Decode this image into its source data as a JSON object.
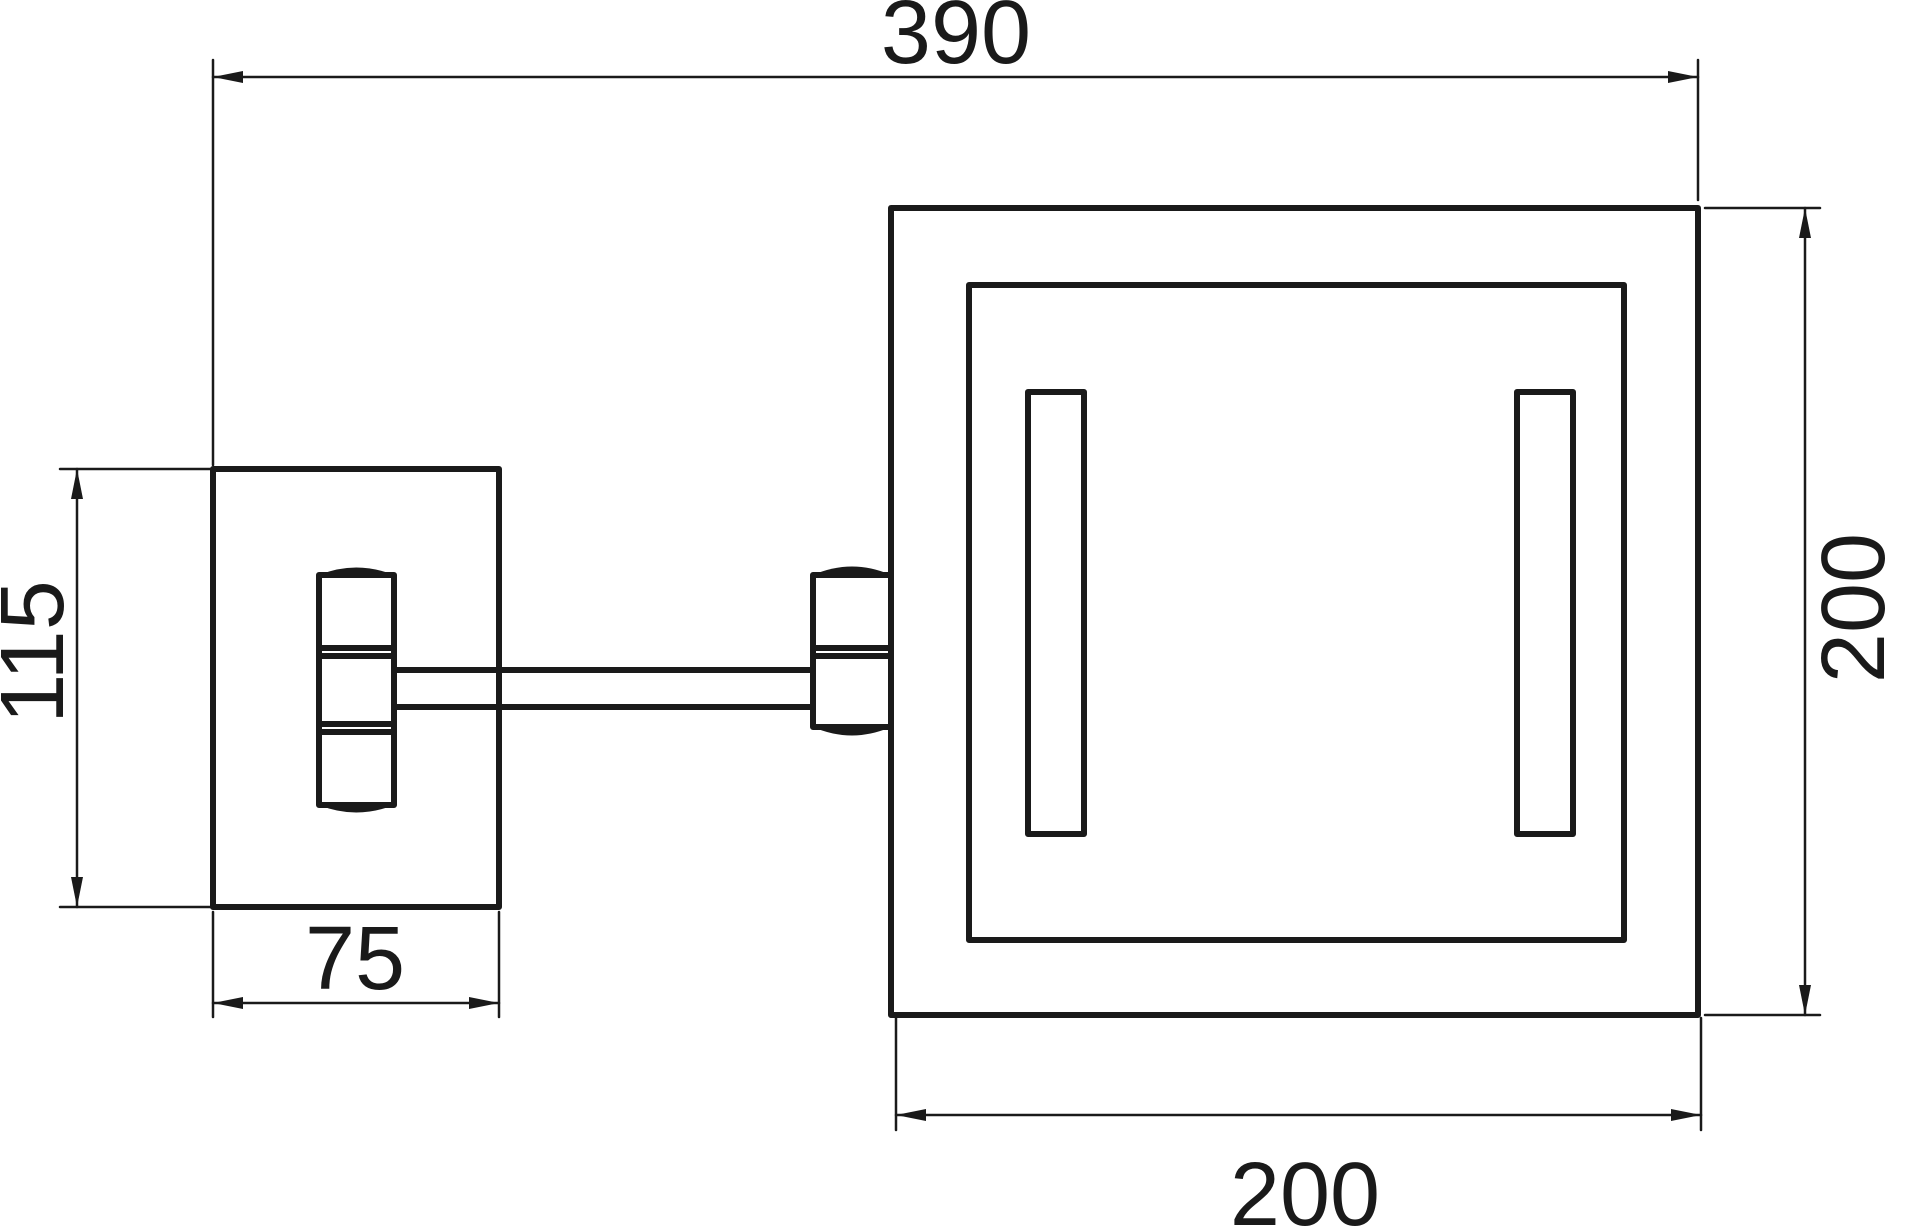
{
  "dimensions": {
    "overall_width": "390",
    "back_plate_height": "115",
    "back_plate_width": "75",
    "mirror_height": "200",
    "mirror_width": "200"
  }
}
